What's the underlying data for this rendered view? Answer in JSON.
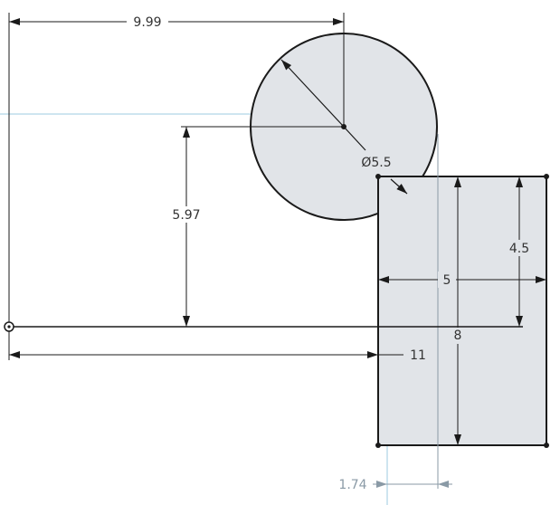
{
  "colors": {
    "background": "#ffffff",
    "shape_fill": "#e1e4e8",
    "shape_stroke": "#1a1a1a",
    "dimension": "#1a1a1a",
    "construction": "#9ecbe0",
    "reference_dimension": "#8a9aa6"
  },
  "icons": {
    "origin": "origin-point-icon"
  },
  "dimensions": {
    "horizontal_offset": "9.99",
    "diameter": "Ø5.5",
    "vertical_offset": "5.97",
    "rect_height_partial": "4.5",
    "rect_width": "5",
    "rect_height": "8",
    "total_width": "11",
    "reference_offset": "1.74"
  }
}
